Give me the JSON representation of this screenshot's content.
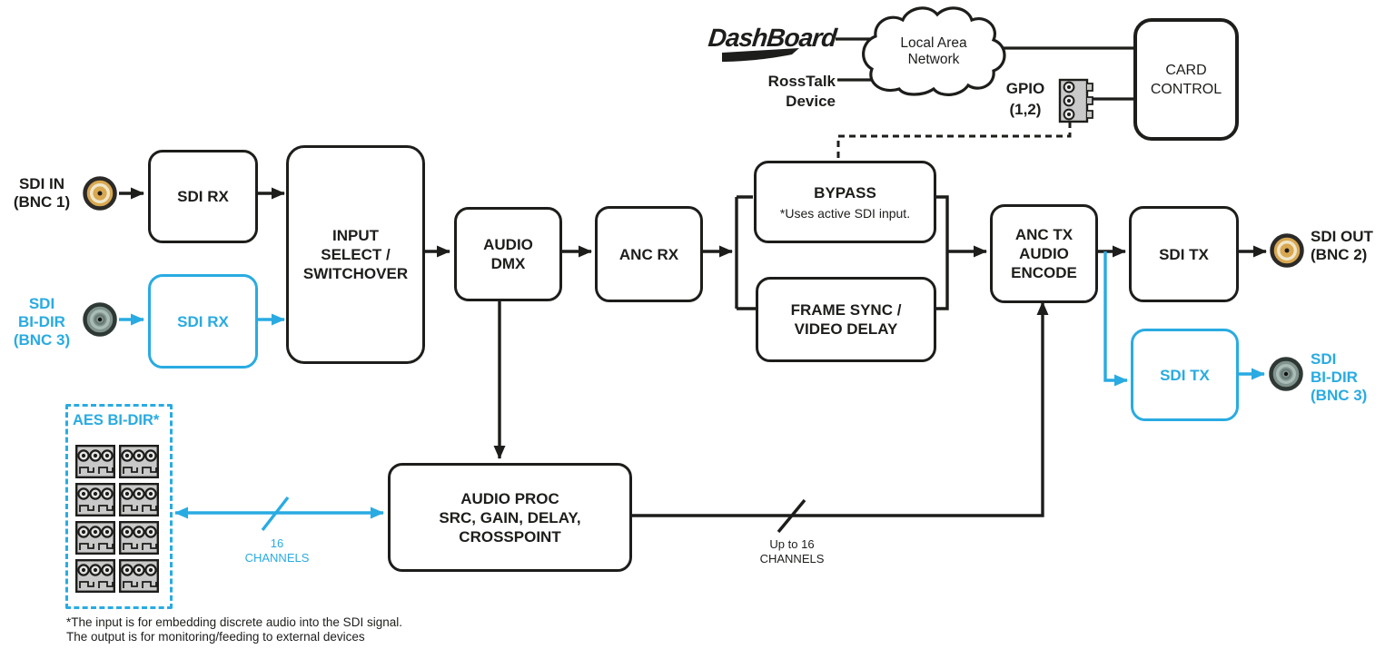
{
  "colors": {
    "accent_blue": "#29ABE2",
    "ink_black": "#1D1D1B",
    "connector_gray": "#C9C9C9",
    "bnc_yellow": "#D9A851",
    "bnc_gray": "#81938E"
  },
  "network": {
    "dashboard_logo": "DashBoard",
    "rosstalk": {
      "lines": [
        "RossTalk",
        "Device"
      ]
    },
    "lan_cloud": {
      "lines": [
        "Local Area",
        "Network"
      ]
    }
  },
  "ports": {
    "sdi_in": {
      "lines": [
        "SDI IN",
        "(BNC 1)"
      ]
    },
    "sdi_bidir_in": {
      "lines": [
        "SDI",
        "BI-DIR",
        "(BNC 3)"
      ]
    },
    "sdi_out": {
      "lines": [
        "SDI OUT",
        "(BNC 2)"
      ]
    },
    "sdi_bidir_out": {
      "lines": [
        "SDI",
        "BI-DIR",
        "(BNC 3)"
      ]
    },
    "gpio": {
      "lines": [
        "GPIO",
        "(1,2)"
      ]
    }
  },
  "nodes": {
    "card_control": {
      "lines": [
        "CARD",
        "CONTROL"
      ]
    },
    "sdi_rx_top": {
      "label": "SDI RX"
    },
    "sdi_rx_bottom": {
      "label": "SDI RX"
    },
    "input_select": {
      "lines": [
        "INPUT",
        "SELECT /",
        "SWITCHOVER"
      ]
    },
    "audio_dmx": {
      "lines": [
        "AUDIO",
        "DMX"
      ]
    },
    "anc_rx": {
      "label": "ANC RX"
    },
    "bypass": {
      "title": "BYPASS",
      "note": "*Uses active SDI input."
    },
    "frame_sync": {
      "lines": [
        "FRAME SYNC /",
        "VIDEO DELAY"
      ]
    },
    "anc_tx": {
      "lines": [
        "ANC TX",
        "AUDIO",
        "ENCODE"
      ]
    },
    "sdi_tx_top": {
      "label": "SDI TX"
    },
    "sdi_tx_bottom": {
      "label": "SDI TX"
    },
    "audio_proc": {
      "lines": [
        "AUDIO PROC",
        "SRC, GAIN, DELAY,",
        "CROSSPOINT"
      ]
    },
    "aes_bidir": {
      "label": "AES BI-DIR*"
    }
  },
  "annotations": {
    "aes_channels": {
      "lines": [
        "16",
        "CHANNELS"
      ]
    },
    "embed_channels": {
      "lines": [
        "Up to 16",
        "CHANNELS"
      ]
    },
    "footnote": {
      "lines": [
        "*The input is for embedding discrete audio into the SDI signal.",
        "The output is for monitoring/feeding to external devices"
      ]
    }
  },
  "icons": {
    "lan_cloud": "cloud-shape",
    "gpio_connector": "3-pin-terminal-block",
    "aes_connectors": "3-pin-terminal-block-x8",
    "sdi_in_connector": "bnc-yellow",
    "sdi_out_connector": "bnc-yellow",
    "sdi_bidir_connectors": "bnc-gray"
  }
}
